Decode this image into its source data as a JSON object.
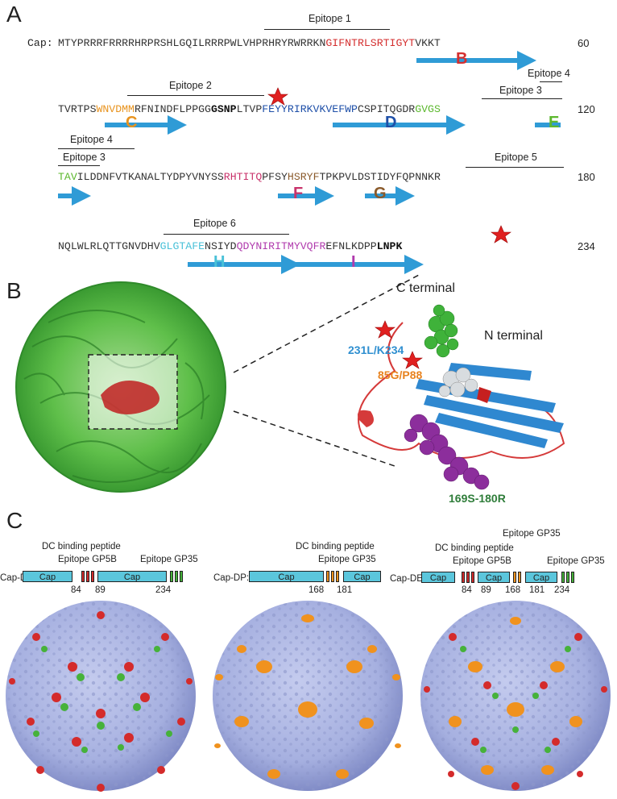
{
  "panel_labels": {
    "a": "A",
    "b": "B",
    "c": "C"
  },
  "panel_a": {
    "cap_label": "Cap:",
    "rows": [
      {
        "number": "60",
        "segments": [
          {
            "text": "MTYPRRRFRRRRHRPRSHLGQILRRRPWLVHPRHRYRWRRKN",
            "color": "#333333"
          },
          {
            "text": "GIFNTRLSRTIGYT",
            "color": "#d42f2f"
          },
          {
            "text": "VKKT",
            "color": "#333333"
          }
        ]
      },
      {
        "number": "120",
        "segments": [
          {
            "text": "TVRTPS",
            "color": "#333333"
          },
          {
            "text": "WNVDMM",
            "color": "#e8931e"
          },
          {
            "text": "RFNINDFLPPGG",
            "color": "#333333"
          },
          {
            "text": "GSNP",
            "color": "#111111"
          },
          {
            "text": "LTVP",
            "color": "#333333"
          },
          {
            "text": "FEYYRIRKVKVEFWP",
            "color": "#1e4fa8"
          },
          {
            "text": "CSPITQGDR",
            "color": "#333333"
          },
          {
            "text": "GVGS",
            "color": "#5cb82e"
          }
        ]
      },
      {
        "number": "180",
        "segments": [
          {
            "text": "TAV",
            "color": "#5cb82e"
          },
          {
            "text": "ILDDNFVTKANALTYDPYVNYSS",
            "color": "#333333"
          },
          {
            "text": "RHTITQ",
            "color": "#c8336b"
          },
          {
            "text": "PFSY",
            "color": "#333333"
          },
          {
            "text": "HSRYF",
            "color": "#8a5a2b"
          },
          {
            "text": "TPKPVLDSTIDYFQPNNKR",
            "color": "#333333"
          }
        ]
      },
      {
        "number": "234",
        "segments": [
          {
            "text": "NQLWLRLQTTGNVDHV",
            "color": "#333333"
          },
          {
            "text": "GLGTAFE",
            "color": "#49c1d8"
          },
          {
            "text": "NSIYD",
            "color": "#333333"
          },
          {
            "text": "QDYNIRITMYVQFR",
            "color": "#b03aad"
          },
          {
            "text": "EFNLKDPP",
            "color": "#333333"
          },
          {
            "text": "LNPK",
            "color": "#111111"
          }
        ]
      }
    ],
    "epitopes": [
      "Epitope 1",
      "Epitope 2",
      "Epitope 4",
      "Epitope 3",
      "Epitope 4",
      "Epitope 3",
      "Epitope 5",
      "Epitope 6"
    ],
    "strand_letters": [
      {
        "letter": "B",
        "color": "#d42f2f"
      },
      {
        "letter": "C",
        "color": "#e8931e"
      },
      {
        "letter": "D",
        "color": "#1e4fa8"
      },
      {
        "letter": "E",
        "color": "#5cb82e"
      },
      {
        "letter": "F",
        "color": "#c8336b"
      },
      {
        "letter": "G",
        "color": "#8a5a2b"
      },
      {
        "letter": "H",
        "color": "#49c1d8"
      },
      {
        "letter": "I",
        "color": "#b03aad"
      }
    ],
    "arrow_color": "#2f9bd6"
  },
  "panel_b": {
    "c_terminal": "C terminal",
    "n_terminal": "N terminal",
    "mut1": "231L/K234",
    "mut2": "85G/P88",
    "region": "169S-180R",
    "mut1_color": "#2f8fd0",
    "mut2_color": "#e8821e",
    "region_color": "#2f7d3a"
  },
  "panel_c": {
    "constructs": [
      {
        "name": "Cap-DS:",
        "titles": [
          "DC binding peptide",
          "Epitope GP5B",
          "Epitope GP35"
        ],
        "boxes": [
          "Cap",
          "Cap"
        ],
        "numbers": [
          "84",
          "89",
          "234"
        ]
      },
      {
        "name": "Cap-DP:",
        "titles": [
          "DC binding peptide",
          "Epitope GP35"
        ],
        "boxes": [
          "Cap",
          "Cap"
        ],
        "numbers": [
          "168",
          "181"
        ]
      },
      {
        "name": "Cap-DE:",
        "titles": [
          "Epitope GP35",
          "DC binding peptide",
          "Epitope GP5B",
          "Epitope GP35"
        ],
        "boxes": [
          "Cap",
          "Cap",
          "Cap"
        ],
        "numbers": [
          "84",
          "89",
          "168",
          "181",
          "234"
        ]
      }
    ],
    "colors": {
      "cap": "#5bc6dc",
      "red": "#d42b2b",
      "green": "#46b23a",
      "orange": "#f0921e",
      "surface": "#a9b3e0"
    }
  }
}
